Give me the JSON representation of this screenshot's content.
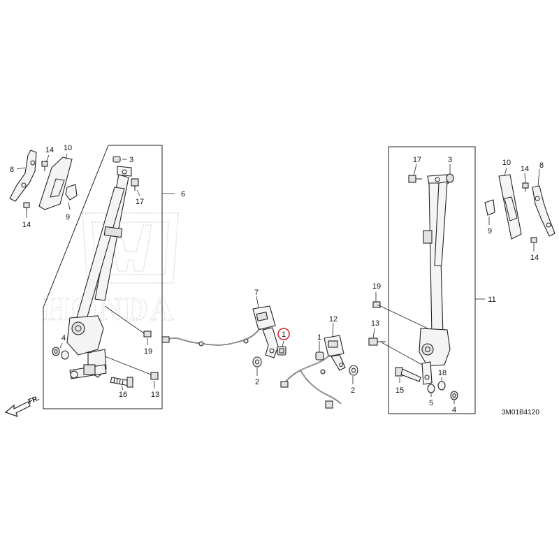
{
  "diagram_code": "3M01B4120",
  "front_indicator": "FR.",
  "logo": {
    "wordmark": "HONDA"
  },
  "highlight_color": "#d6262e",
  "callouts": {
    "c14a": "14",
    "c10a": "10",
    "c8a": "8",
    "c9a": "9",
    "c14b": "14",
    "c3a": "3",
    "c17a": "17",
    "c6": "6",
    "c19a": "19",
    "c4a": "4",
    "c16": "16",
    "c13a": "13",
    "c7": "7",
    "c1a": "1",
    "c2a": "2",
    "c12": "12",
    "c1b": "1",
    "c2b": "2",
    "c17b": "17",
    "c3b": "3",
    "c10b": "10",
    "c14c": "14",
    "c8b": "8",
    "c9b": "9",
    "c14d": "14",
    "c19b": "19",
    "c11": "11",
    "c13b": "13",
    "c15": "15",
    "c18": "18",
    "c5": "5",
    "c4b": "4"
  }
}
